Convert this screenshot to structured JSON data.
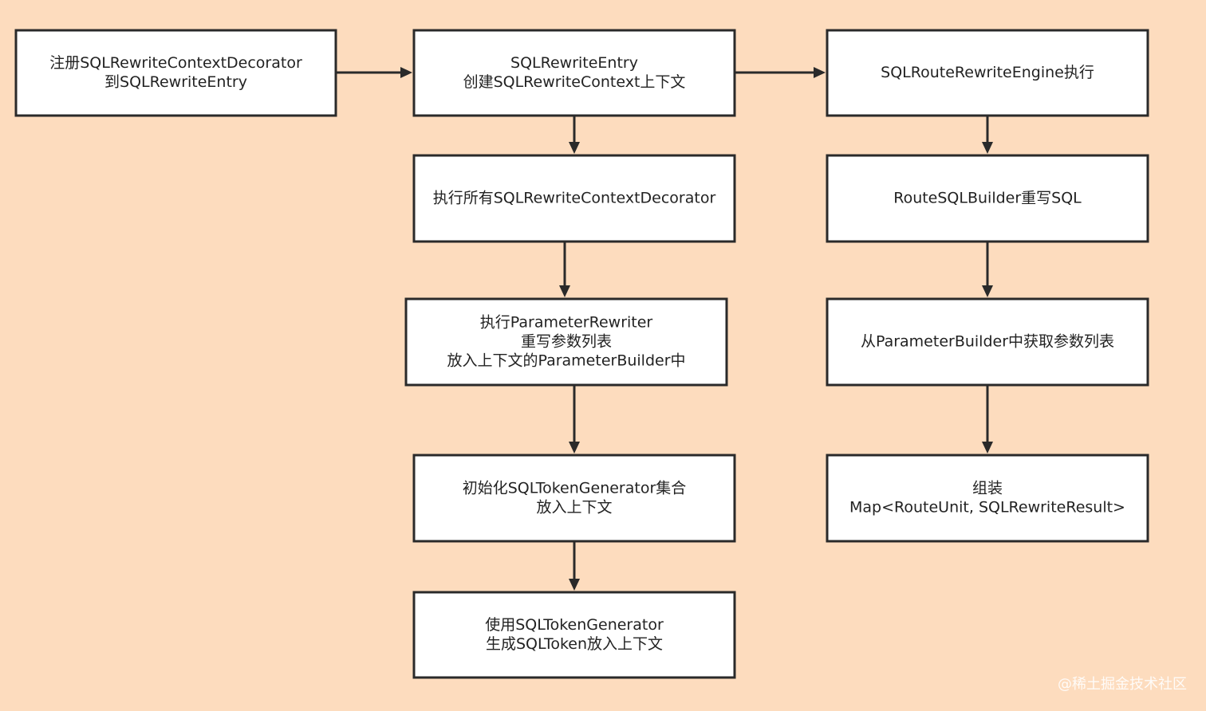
{
  "diagram": {
    "nodes": [
      {
        "id": "n1",
        "lines": [
          "注册SQLRewriteContextDecorator",
          "到SQLRewriteEntry"
        ]
      },
      {
        "id": "n2",
        "lines": [
          "SQLRewriteEntry",
          "创建SQLRewriteContext上下文"
        ]
      },
      {
        "id": "n3",
        "lines": [
          "SQLRouteRewriteEngine执行"
        ]
      },
      {
        "id": "n4",
        "lines": [
          "执行所有SQLRewriteContextDecorator"
        ]
      },
      {
        "id": "n5",
        "lines": [
          "RouteSQLBuilder重写SQL"
        ]
      },
      {
        "id": "n6",
        "lines": [
          "执行ParameterRewriter",
          "重写参数列表",
          "放入上下文的ParameterBuilder中"
        ]
      },
      {
        "id": "n7",
        "lines": [
          "从ParameterBuilder中获取参数列表"
        ]
      },
      {
        "id": "n8",
        "lines": [
          "初始化SQLTokenGenerator集合",
          "放入上下文"
        ]
      },
      {
        "id": "n9",
        "lines": [
          "组装",
          "Map<RouteUnit, SQLRewriteResult>"
        ]
      },
      {
        "id": "n10",
        "lines": [
          "使用SQLTokenGenerator",
          "生成SQLToken放入上下文"
        ]
      }
    ],
    "edges": [
      {
        "from": "n1",
        "to": "n2"
      },
      {
        "from": "n2",
        "to": "n3"
      },
      {
        "from": "n2",
        "to": "n4"
      },
      {
        "from": "n4",
        "to": "n6"
      },
      {
        "from": "n6",
        "to": "n8"
      },
      {
        "from": "n8",
        "to": "n10"
      },
      {
        "from": "n3",
        "to": "n5"
      },
      {
        "from": "n5",
        "to": "n7"
      },
      {
        "from": "n7",
        "to": "n9"
      }
    ]
  },
  "watermark": "@稀土掘金技术社区",
  "colors": {
    "background": "#fddcbe",
    "box_fill": "#ffffff",
    "stroke": "#2a2a2a",
    "text": "#222222",
    "watermark": "#ffffff"
  }
}
